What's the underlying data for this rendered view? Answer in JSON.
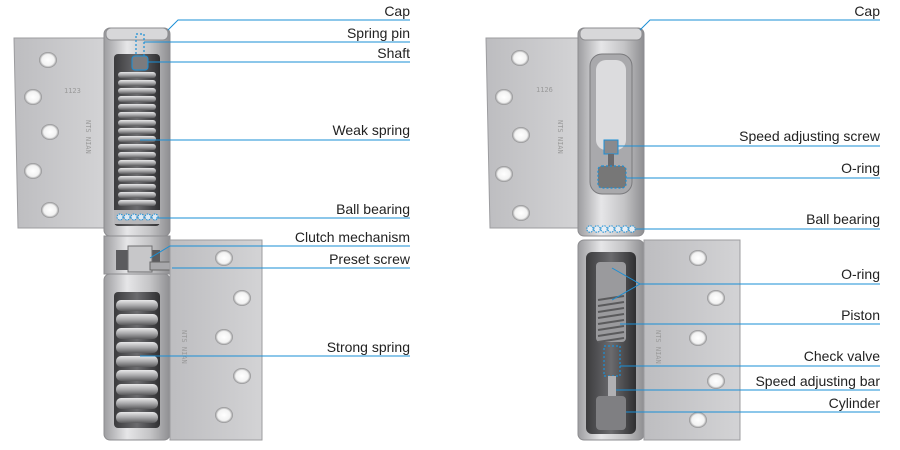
{
  "left_hinge": {
    "stamp_top": "1123",
    "stamp_side": "NTS NIAN",
    "stamp_lower": "NTS NIAN",
    "labels": {
      "cap": "Cap",
      "spring_pin": "Spring pin",
      "shaft": "Shaft",
      "weak_spring": "Weak spring",
      "ball_bearing": "Ball bearing",
      "clutch_mechanism": "Clutch mechanism",
      "preset_screw": "Preset screw",
      "strong_spring": "Strong spring"
    }
  },
  "right_hinge": {
    "stamp_top": "1126",
    "stamp_side": "NTS NIAN",
    "stamp_lower": "NTS NIAN",
    "labels": {
      "cap": "Cap",
      "speed_adjusting_screw": "Speed adjusting screw",
      "o_ring_upper": "O-ring",
      "ball_bearing": "Ball bearing",
      "o_ring_lower": "O-ring",
      "piston": "Piston",
      "check_valve": "Check valve",
      "speed_adjusting_bar": "Speed adjusting bar",
      "cylinder": "Cylinder"
    }
  },
  "colors": {
    "leader": "#1a8fd6",
    "plate": "#c8c8ca",
    "metal": "#b9b9bb",
    "dark": "#4a4a4a"
  }
}
